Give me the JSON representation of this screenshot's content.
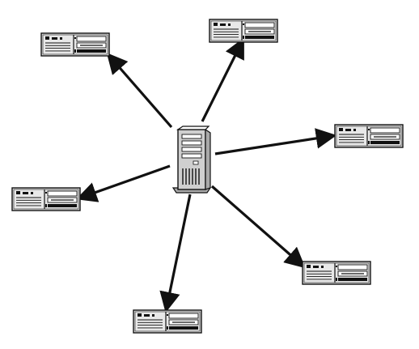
{
  "diagram": {
    "type": "star-network",
    "colors": {
      "background": "#ffffff",
      "stroke": "#111111",
      "device_fill": "#e8e8e8",
      "device_face": "#ffffff",
      "server_fill": "#cfcfcf",
      "server_shade": "#a9a9a9"
    },
    "center": {
      "icon": "server-tower-icon"
    },
    "nodes": [
      {
        "id": "client-top-left",
        "icon": "desktop-computer-icon"
      },
      {
        "id": "client-top-right",
        "icon": "desktop-computer-icon"
      },
      {
        "id": "client-right",
        "icon": "desktop-computer-icon"
      },
      {
        "id": "client-left",
        "icon": "desktop-computer-icon"
      },
      {
        "id": "client-bottom-right",
        "icon": "desktop-computer-icon"
      },
      {
        "id": "client-bottom",
        "icon": "desktop-computer-icon"
      }
    ],
    "links": [
      {
        "from": "server",
        "to": "client-top-left",
        "arrow": "end"
      },
      {
        "from": "server",
        "to": "client-top-right",
        "arrow": "end"
      },
      {
        "from": "server",
        "to": "client-right",
        "arrow": "end"
      },
      {
        "from": "server",
        "to": "client-left",
        "arrow": "end"
      },
      {
        "from": "server",
        "to": "client-bottom-right",
        "arrow": "end"
      },
      {
        "from": "server",
        "to": "client-bottom",
        "arrow": "end"
      }
    ]
  }
}
